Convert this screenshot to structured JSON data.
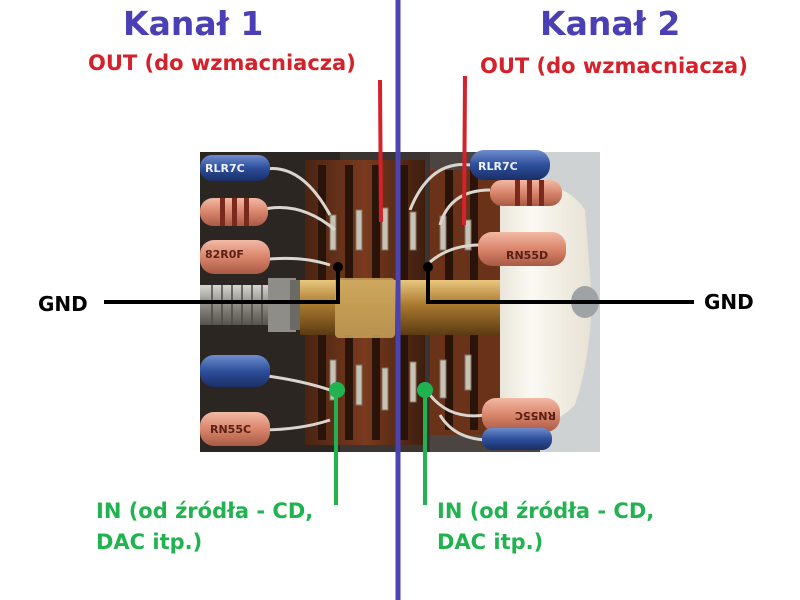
{
  "channels": [
    {
      "title": "Kanał 1",
      "out_label": "OUT (do wzmacniacza)",
      "gnd_label": "GND",
      "in_label_line1": "IN (od źródła - CD,",
      "in_label_line2": "DAC itp.)"
    },
    {
      "title": "Kanał 2",
      "out_label": "OUT (do wzmacniacza)",
      "gnd_label": "GND",
      "in_label_line1": "IN (od źródła - CD,",
      "in_label_line2": "DAC itp.)"
    }
  ],
  "photo": {
    "resistor_markings": [
      "RLR7C",
      "82R0F",
      "RN55C",
      "RLR7C",
      "RN55D",
      "RN55C"
    ]
  },
  "colors": {
    "title": "#4a3fb5",
    "out": "#d6202a",
    "in": "#21b34f",
    "gnd": "#000000",
    "divider": "#4b44b0"
  }
}
